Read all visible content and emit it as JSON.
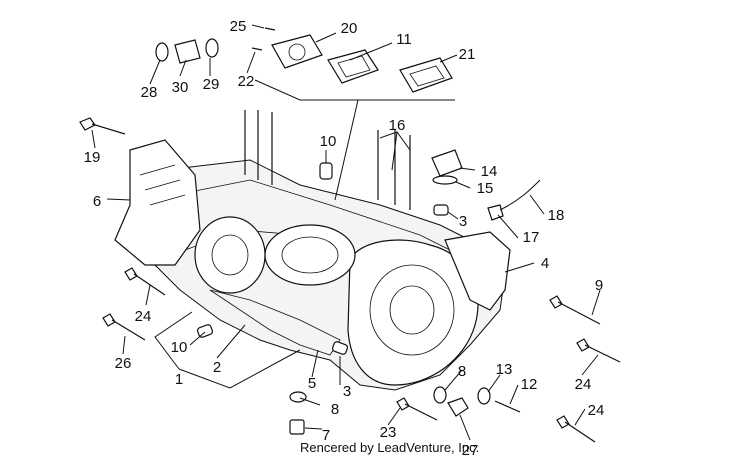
{
  "credit": "Rencered by LeadVenture, Inc.",
  "callouts": [
    {
      "label": "1"
    },
    {
      "label": "2"
    },
    {
      "label": "3"
    },
    {
      "label": "3"
    },
    {
      "label": "4"
    },
    {
      "label": "5"
    },
    {
      "label": "6"
    },
    {
      "label": "7"
    },
    {
      "label": "8"
    },
    {
      "label": "8"
    },
    {
      "label": "9"
    },
    {
      "label": "10"
    },
    {
      "label": "10"
    },
    {
      "label": "11"
    },
    {
      "label": "12"
    },
    {
      "label": "13"
    },
    {
      "label": "14"
    },
    {
      "label": "15"
    },
    {
      "label": "16"
    },
    {
      "label": "17"
    },
    {
      "label": "18"
    },
    {
      "label": "19"
    },
    {
      "label": "20"
    },
    {
      "label": "21"
    },
    {
      "label": "22"
    },
    {
      "label": "23"
    },
    {
      "label": "24"
    },
    {
      "label": "24"
    },
    {
      "label": "24"
    },
    {
      "label": "25"
    },
    {
      "label": "26"
    },
    {
      "label": "27"
    },
    {
      "label": "28"
    },
    {
      "label": "29"
    },
    {
      "label": "30"
    }
  ]
}
